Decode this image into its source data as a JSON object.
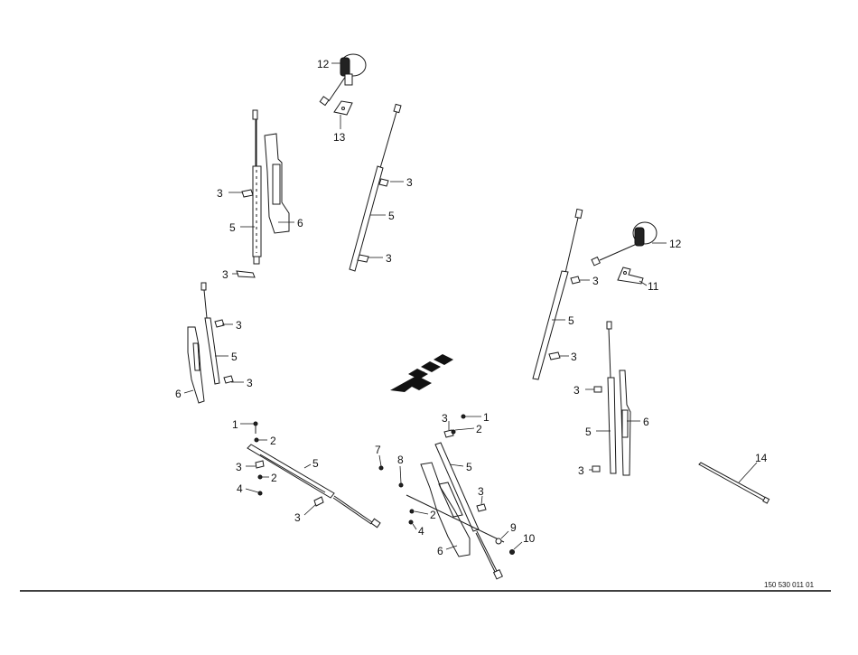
{
  "callouts": {
    "c12a": "12",
    "c13": "13",
    "c3a": "3",
    "c5a": "5",
    "c6a": "6",
    "c3b": "3",
    "c3c": "3",
    "c5b": "5",
    "c3d": "3",
    "c3e": "3",
    "c5c": "5",
    "c3f": "3",
    "c6b": "6",
    "c12b": "12",
    "c11": "11",
    "c3g": "3",
    "c5d": "5",
    "c3h": "3",
    "c3i": "3",
    "c5e": "5",
    "c6c": "6",
    "c3j": "3",
    "c1a": "1",
    "c2a": "2",
    "c3k": "3",
    "c5f": "5",
    "c2b": "2",
    "c4a": "4",
    "c3l": "3",
    "c3m": "3",
    "c1b": "1",
    "c2c": "2",
    "c7": "7",
    "c8": "8",
    "c5g": "5",
    "c3n": "3",
    "c2d": "2",
    "c4b": "4",
    "c9": "9",
    "c10": "10",
    "c6d": "6",
    "c14": "14"
  },
  "drawing_number": "150 530 011 01",
  "colors": {
    "line": "#1a1a1a",
    "background": "#ffffff"
  },
  "icons": {
    "direction": "direction-arrow-icon"
  }
}
